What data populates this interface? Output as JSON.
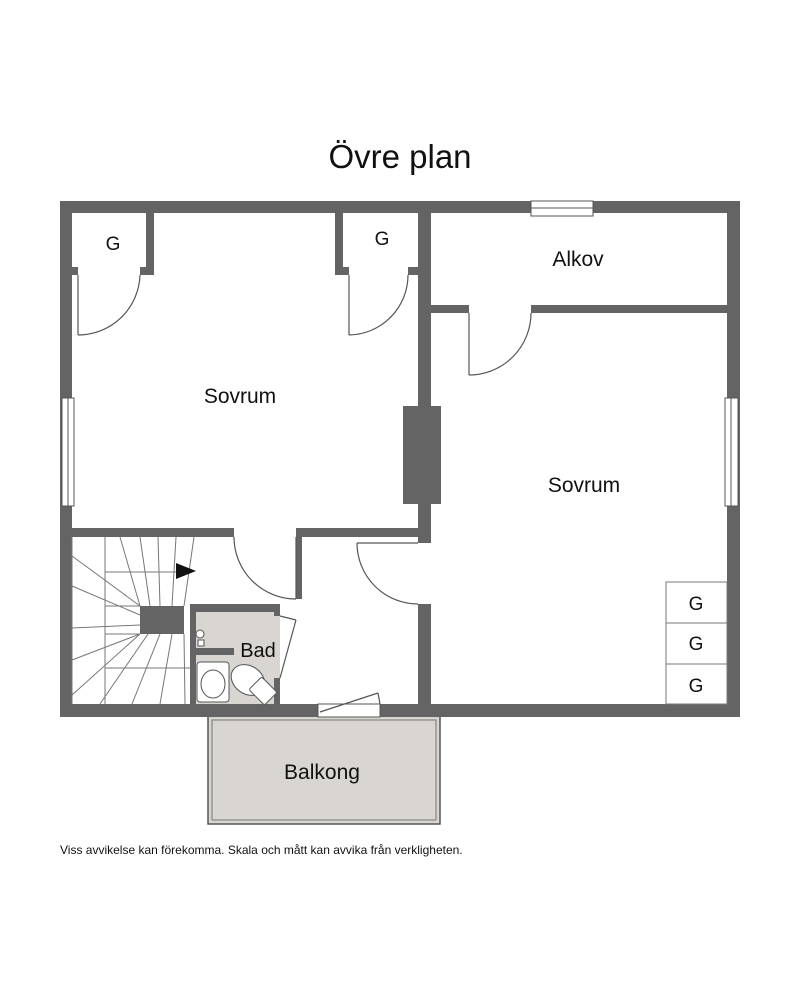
{
  "title": "Övre plan",
  "rooms": {
    "closet_1": "G",
    "closet_2": "G",
    "alcove": "Alkov",
    "bedroom_1": "Sovrum",
    "bedroom_2": "Sovrum",
    "bathroom": "Bad",
    "balcony": "Balkong",
    "storage_1": "G",
    "storage_2": "G",
    "storage_3": "G"
  },
  "disclaimer": "Viss avvikelse kan förekomma. Skala och mått kan avvika från verkligheten.",
  "colors": {
    "wall": "#646464",
    "fill": "#d9d5d0",
    "line": "#555555"
  }
}
